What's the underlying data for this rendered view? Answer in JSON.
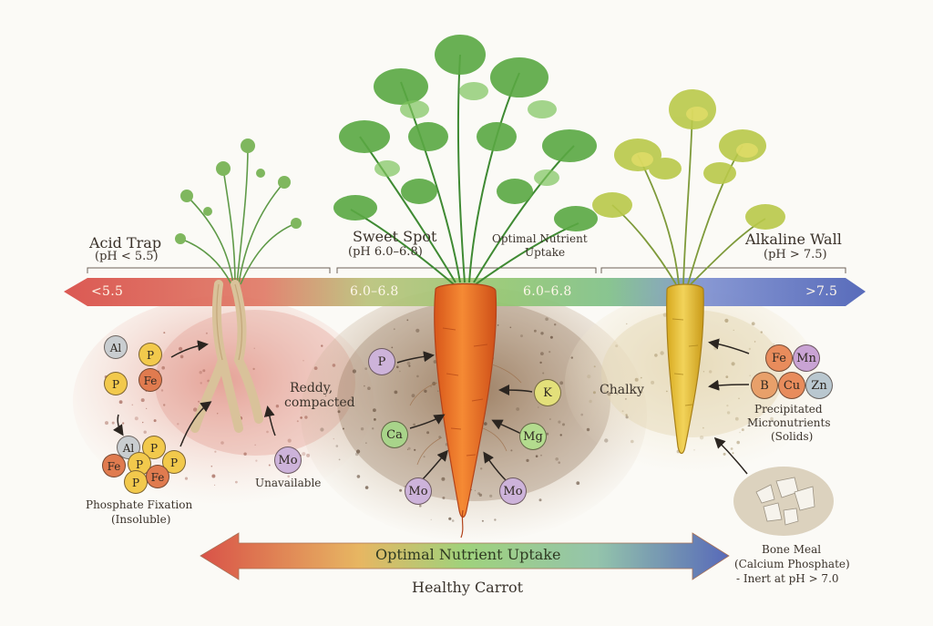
{
  "zones": {
    "acid": {
      "title": "Acid Trap",
      "subtitle": "(pH < 5.5)",
      "bar_label": "<5.5"
    },
    "sweet": {
      "title": "Sweet Spot",
      "subtitle": "(pH 6.0–6.8)",
      "bar_label_left": "6.0–6.8",
      "bar_label_right": "6.0–6.8",
      "note_line1": "Optimal Nutrient",
      "note_line2": "Uptake"
    },
    "alkaline": {
      "title": "Alkaline Wall",
      "subtitle": "(pH > 7.5)",
      "bar_label": ">7.5"
    }
  },
  "acid_soil": {
    "soil_line1": "Reddy,",
    "soil_line2": "compacted",
    "fixation_title": "Phosphate Fixation",
    "fixation_sub": "(Insoluble)",
    "unavailable": "Unavailable",
    "chips": {
      "al": "Al",
      "p1": "P",
      "p2": "P",
      "fe": "Fe",
      "mo": "Mo"
    },
    "cluster": {
      "al": "Al",
      "p1": "P",
      "p2": "P",
      "p3": "P",
      "p4": "P",
      "fe1": "Fe",
      "fe2": "Fe"
    }
  },
  "sweet_soil": {
    "chips": {
      "p": "P",
      "k": "K",
      "ca": "Ca",
      "mg": "Mg",
      "mo1": "Mo",
      "mo2": "Mo"
    }
  },
  "alkaline_soil": {
    "chalky": "Chalky",
    "precip_line1": "Precipitated",
    "precip_line2": "Micronutrients",
    "precip_line3": "(Solids)",
    "chips": {
      "fe": "Fe",
      "mn": "Mn",
      "b": "B",
      "cu": "Cu",
      "zn": "Zn"
    },
    "bone_line1": "Bone Meal",
    "bone_line2": "(Calcium Phosphate)",
    "bone_line3": "- Inert at pH > 7.0"
  },
  "bottom": {
    "arrow_label": "Optimal Nutrient Uptake",
    "caption": "Healthy Carrot"
  },
  "colors": {
    "acid": "#d9574a",
    "sweet": "#8fc06a",
    "alkaline": "#4f66b8",
    "phosphorus": "#f2c94c",
    "iron": "#e07b4f",
    "aluminum": "#c9cdd0",
    "molybdenum": "#cdb3da",
    "potassium": "#e3e07a",
    "calcium": "#a8d48a",
    "magnesium": "#b3dc8e",
    "boron": "#e8a06a",
    "copper": "#e88c5c",
    "zinc": "#b9c7cf",
    "manganese": "#c9a3d4"
  }
}
